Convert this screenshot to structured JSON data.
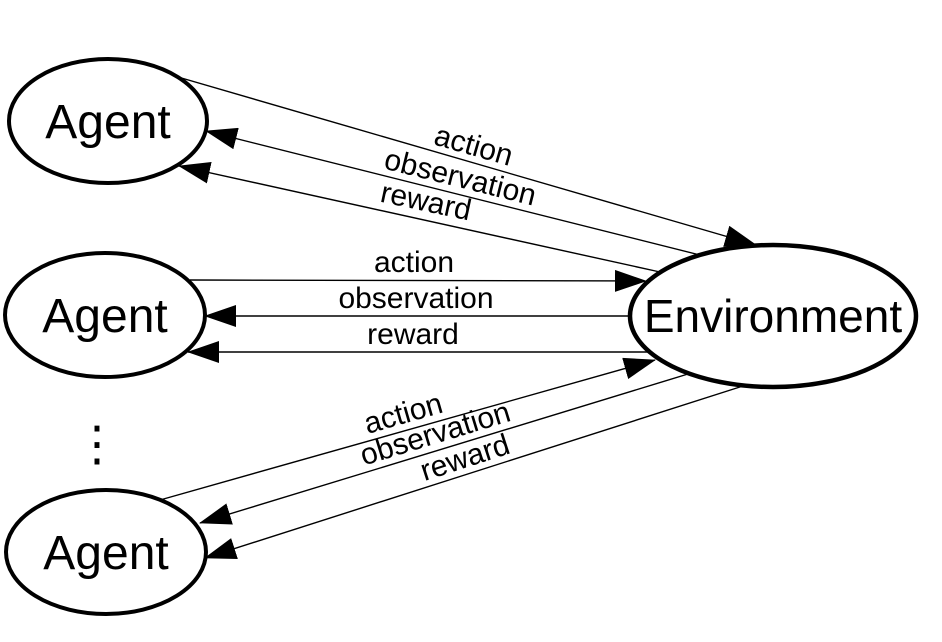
{
  "diagram": {
    "background_color": "#ffffff",
    "line_color": "#000000",
    "nodes": [
      {
        "id": "agent-1",
        "label": "Agent"
      },
      {
        "id": "agent-2",
        "label": "Agent"
      },
      {
        "id": "agent-3",
        "label": "Agent"
      },
      {
        "id": "environment",
        "label": "Environment"
      }
    ],
    "ellipsis": "⋮",
    "edges": [
      {
        "from": "agent-1",
        "to": "environment",
        "label": "action"
      },
      {
        "from": "environment",
        "to": "agent-1",
        "label": "observation"
      },
      {
        "from": "environment",
        "to": "agent-1",
        "label": "reward"
      },
      {
        "from": "agent-2",
        "to": "environment",
        "label": "action"
      },
      {
        "from": "environment",
        "to": "agent-2",
        "label": "observation"
      },
      {
        "from": "environment",
        "to": "agent-2",
        "label": "reward"
      },
      {
        "from": "agent-3",
        "to": "environment",
        "label": "action"
      },
      {
        "from": "environment",
        "to": "agent-3",
        "label": "observation"
      },
      {
        "from": "environment",
        "to": "agent-3",
        "label": "reward"
      }
    ]
  }
}
